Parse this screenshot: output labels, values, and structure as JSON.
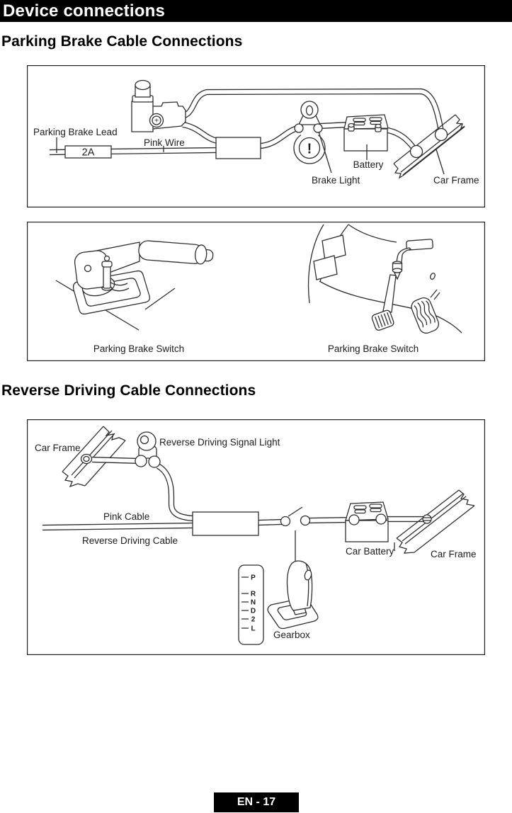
{
  "header": {
    "title": "Device connections"
  },
  "footer": {
    "page_label": "EN - 17"
  },
  "section1": {
    "heading": "Parking Brake Cable Connections",
    "circuit": {
      "parking_brake_lead": "Parking Brake Lead",
      "fuse_label": "2A",
      "pink_wire": "Pink Wire",
      "brake_light": "Brake Light",
      "battery": "Battery",
      "car_frame": "Car Frame",
      "switch_symbol": "+",
      "warning_symbol": "!"
    },
    "switches": {
      "left_caption": "Parking Brake Switch",
      "right_caption": "Parking Brake Switch"
    }
  },
  "section2": {
    "heading": "Reverse Driving Cable Connections",
    "circuit": {
      "car_frame_left": "Car Frame",
      "signal_light": "Reverse Driving Signal Light",
      "pink_cable": "Pink Cable",
      "reverse_cable": "Reverse Driving Cable",
      "car_battery": "Car Battery",
      "car_frame_right": "Car Frame",
      "gearbox": "Gearbox",
      "gears": [
        "P",
        "R",
        "N",
        "D",
        "2",
        "L"
      ]
    }
  },
  "colors": {
    "ink": "#2e2e2e",
    "label_text": "#1c1c1c",
    "bar_bg": "#000000",
    "bar_fg": "#ffffff",
    "page_bg": "#ffffff"
  }
}
